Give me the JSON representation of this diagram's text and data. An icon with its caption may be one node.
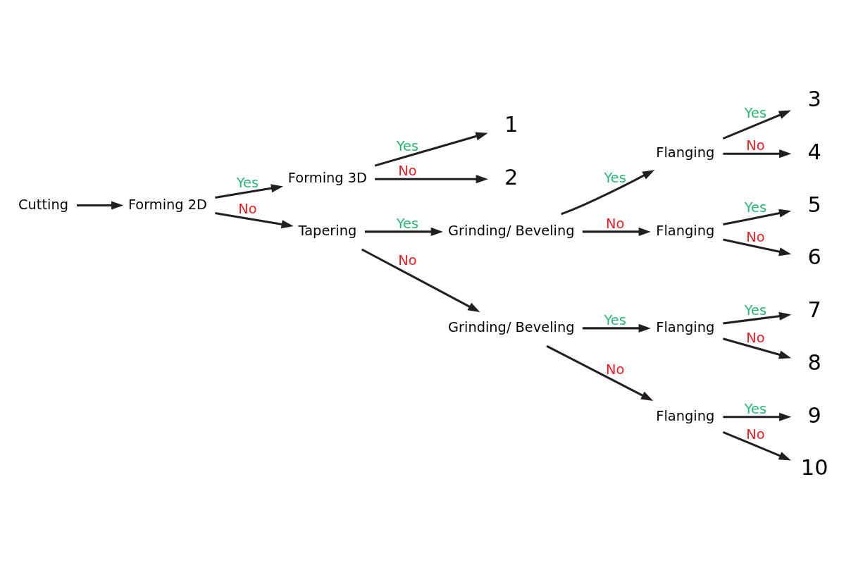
{
  "diagram": {
    "nodes": [
      {
        "text": [
          "Cutting"
        ]
      },
      {
        "text": [
          "Forming 2D"
        ]
      },
      {
        "text": [
          "Forming 3D"
        ]
      },
      {
        "text": [
          "1"
        ]
      },
      {
        "text": [
          "2"
        ]
      },
      {
        "text": [
          "Tapering"
        ]
      },
      {
        "text": [
          "Grinding/ Beveling"
        ]
      },
      {
        "text": [
          "Flanging"
        ]
      },
      {
        "text": [
          "3"
        ]
      },
      {
        "text": [
          "4"
        ]
      },
      {
        "text": [
          "Flanging"
        ]
      },
      {
        "text": [
          "5"
        ]
      },
      {
        "text": [
          "6"
        ]
      },
      {
        "text": [
          "Grinding/ Beveling"
        ]
      },
      {
        "text": [
          "Flanging"
        ]
      },
      {
        "text": [
          "7"
        ]
      },
      {
        "text": [
          "8"
        ]
      },
      {
        "text": [
          "Flanging"
        ]
      },
      {
        "text": [
          "9"
        ]
      },
      {
        "text": [
          "10"
        ]
      }
    ],
    "edges": [
      {
        "from": 0,
        "to": 1,
        "arrow": "to"
      },
      {
        "from": 1,
        "to": 2,
        "arrow": "to",
        "label": "Yes"
      },
      {
        "from": 1,
        "to": 5,
        "arrow": "to",
        "label": "No"
      },
      {
        "from": 2,
        "to": 3,
        "arrow": "to",
        "label": "Yes"
      },
      {
        "from": 2,
        "to": 4,
        "arrow": "to",
        "label": "No"
      },
      {
        "from": 5,
        "to": 6,
        "arrow": "to",
        "label": "Yes"
      },
      {
        "from": 5,
        "to": 13,
        "arrow": "to",
        "label": "No"
      },
      {
        "from": 6,
        "to": 7,
        "arrow": "to",
        "label": "Yes"
      },
      {
        "from": 6,
        "to": 10,
        "arrow": "to",
        "label": "No"
      },
      {
        "from": 7,
        "to": 8,
        "arrow": "to",
        "label": "Yes"
      },
      {
        "from": 7,
        "to": 9,
        "arrow": "to",
        "label": "No"
      },
      {
        "from": 10,
        "to": 11,
        "arrow": "to",
        "label": "Yes"
      },
      {
        "from": 10,
        "to": 12,
        "arrow": "to",
        "label": "No"
      },
      {
        "from": 13,
        "to": 14,
        "arrow": "to",
        "label": "Yes"
      },
      {
        "from": 13,
        "to": 17,
        "arrow": "to",
        "label": "No"
      },
      {
        "from": 14,
        "to": 15,
        "arrow": "to",
        "label": "Yes"
      },
      {
        "from": 14,
        "to": 16,
        "arrow": "to",
        "label": "No"
      },
      {
        "from": 17,
        "to": 18,
        "arrow": "to",
        "label": "Yes"
      },
      {
        "from": 17,
        "to": 19,
        "arrow": "to",
        "label": "No"
      }
    ]
  }
}
